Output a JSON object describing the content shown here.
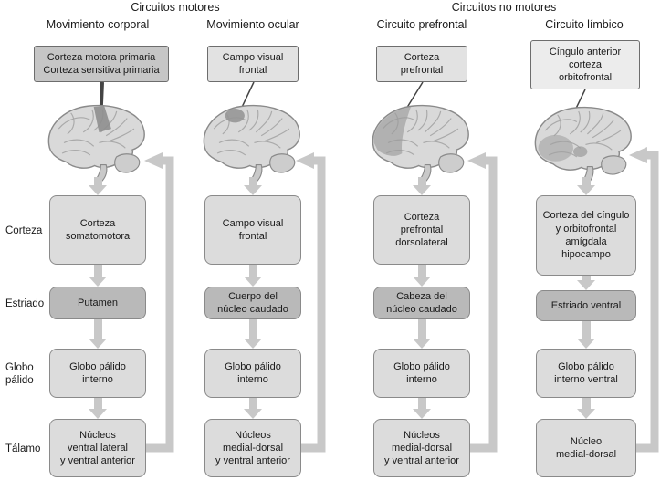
{
  "group_headers": {
    "motor": "Circuitos motores",
    "non_motor": "Circuitos no motores"
  },
  "row_labels": {
    "cortex": "Corteza",
    "striatum": "Estriado",
    "pallidum": "Globo\npálido",
    "thalamus": "Tálamo"
  },
  "columns": [
    {
      "title": "Movimiento corporal",
      "callout": "Corteza motora primaria\nCorteza sensitiva primaria",
      "cortex": "Corteza\nsomatomotora",
      "striatum": "Putamen",
      "pallidum": "Globo pálido\ninterno",
      "thalamus": "Núcleos\nventral lateral\ny ventral anterior"
    },
    {
      "title": "Movimiento ocular",
      "callout": "Campo visual\nfrontal",
      "cortex": "Campo visual\nfrontal",
      "striatum": "Cuerpo del\nnúcleo caudado",
      "pallidum": "Globo pálido\ninterno",
      "thalamus": "Núcleos\nmedial-dorsal\ny ventral anterior"
    },
    {
      "title": "Circuito prefrontal",
      "callout": "Corteza\nprefrontal",
      "cortex": "Corteza\nprefrontal\ndorsolateral",
      "striatum": "Cabeza del\nnúcleo caudado",
      "pallidum": "Globo pálido\ninterno",
      "thalamus": "Núcleos\nmedial-dorsal\ny ventral anterior"
    },
    {
      "title": "Circuito límbico",
      "callout": "Cíngulo anterior\ncorteza\norbitofrontal",
      "cortex": "Corteza del cíngulo\ny orbitofrontal\namígdala\nhipocampo",
      "striatum": "Estriado ventral",
      "pallidum": "Globo pálido\ninterno ventral",
      "thalamus": "Núcleo\nmedial-dorsal"
    }
  ],
  "colors": {
    "box_fill": "#dcdcdc",
    "box_dark": "#b9b9b9",
    "arrow": "#c8c8c8"
  }
}
